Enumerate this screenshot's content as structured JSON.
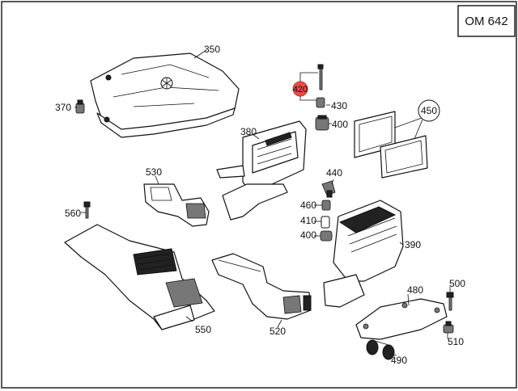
{
  "diagram": {
    "engine_code": "OM 642",
    "highlight_color": "#e74c4c",
    "labels": {
      "p350": "350",
      "p370": "370",
      "p420": "420",
      "p430": "430",
      "p400a": "400",
      "p450": "450",
      "p380": "380",
      "p440": "440",
      "p530": "530",
      "p460": "460",
      "p410": "410",
      "p400b": "400",
      "p560": "560",
      "p390": "390",
      "p550": "550",
      "p520": "520",
      "p480": "480",
      "p500": "500",
      "p510": "510",
      "p490": "490"
    }
  }
}
